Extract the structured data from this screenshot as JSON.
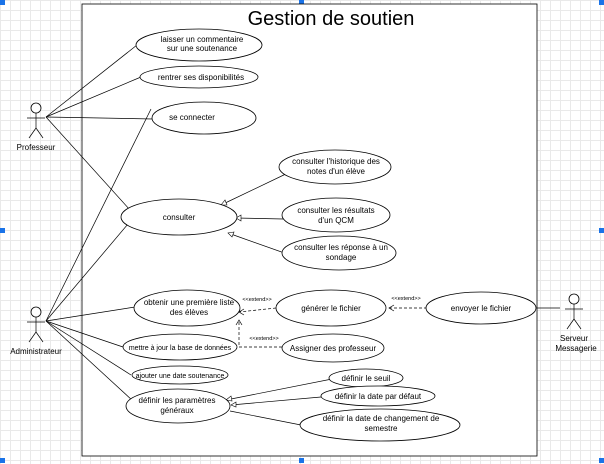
{
  "system": {
    "title": "Gestion de soutien"
  },
  "actors": {
    "professeur": "Professeur",
    "administrateur": "Administrateur",
    "serveur": [
      "Serveur",
      "Messagerie"
    ]
  },
  "use_cases": {
    "commentaire": [
      "laisser un commentaire",
      "sur une soutenance"
    ],
    "disponibilites": [
      "rentrer ses disponibilités"
    ],
    "connecter": [
      "se connecter"
    ],
    "historique": [
      "consulter l'historique des",
      "notes d'un élève"
    ],
    "consulter": [
      "consulter"
    ],
    "resultats": [
      "consulter les résultats",
      "d'un QCM"
    ],
    "reponse": [
      "consulter les réponse à un",
      "sondage"
    ],
    "premiere_liste": [
      "obtenir une première liste",
      "des élèves"
    ],
    "generer": [
      "générer le fichier"
    ],
    "envoyer": [
      "envoyer le fichier"
    ],
    "mettre_a_jour": [
      "mettre à jour la base de données"
    ],
    "assigner": [
      "Assigner des professeur"
    ],
    "ajouter_date": [
      "ajouter une date soutenance"
    ],
    "parametres": [
      "définir les paramètres",
      "généraux"
    ],
    "seuil": [
      "définir le seuil"
    ],
    "date_defaut": [
      "définir la date par défaut"
    ],
    "date_changement": [
      "définir la date de changement de",
      "semestre"
    ]
  },
  "stereotypes": {
    "extend_1": "<<extend>>",
    "extend_2": "<<extend>>",
    "extend_3": "<<extend>>"
  },
  "colors": {
    "selection": "#1a73e8",
    "grid": "#e9e9e9"
  }
}
